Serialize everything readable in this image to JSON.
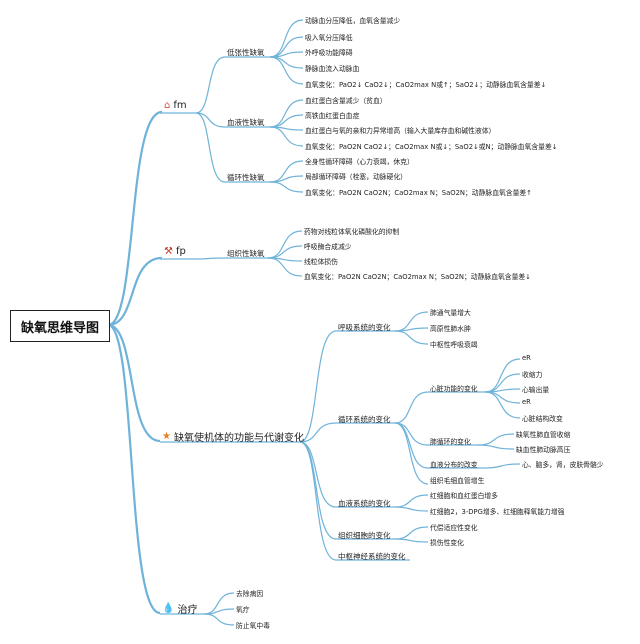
{
  "root": "缺氧思维导图",
  "icons": {
    "fm": "home-icon",
    "fp": "tools-icon",
    "changes": "star-icon",
    "treat": "drop-icon"
  },
  "colors": {
    "line": "#6fb3d9",
    "star": "#e67e22",
    "drop": "#2e86de",
    "home": "#d94a4a"
  },
  "branches": {
    "fm": {
      "label": "fm",
      "subs": [
        {
          "label": "低张性缺氧",
          "items": [
            "动脉血分压降低，血氧含量减少",
            "吸入氧分压降低",
            "外呼吸功能障碍",
            "静脉血流入动脉血",
            "血氧变化：PaO2↓ CaO2↓；CaO2max N或↑；SaO2↓；动静脉血氧含量差↓"
          ]
        },
        {
          "label": "血液性缺氧",
          "items": [
            "血红蛋白含量减少（贫血）",
            "高铁血红蛋白血症",
            "血红蛋白与氧的亲和力异常增高（输入大量库存血和碱性液体）",
            "血氧变化：PaO2N CaO2↓；CaO2max N或↓；SaO2↓或N；动静脉血氧含量差↓"
          ]
        },
        {
          "label": "循环性缺氧",
          "items": [
            "全身性循环障碍（心力衰竭，休克）",
            "局部循环障碍（栓塞，动脉硬化）",
            "血氧变化：PaO2N CaO2N；CaO2max N；SaO2N；动静脉血氧含量差↑"
          ]
        }
      ]
    },
    "fp": {
      "label": "fp",
      "subs": [
        {
          "label": "组织性缺氧",
          "items": [
            "药物对线粒体氧化磷酸化的抑制",
            "呼吸酶合成减少",
            "线粒体损伤",
            "血氧变化：PaO2N CaO2N；CaO2max N；SaO2N；动静脉血氧含量差↓"
          ]
        }
      ]
    },
    "changes": {
      "label": "缺氧使机体的功能与代谢变化",
      "resp": {
        "label": "呼吸系统的变化",
        "items": [
          "肺通气量增大",
          "高原性肺水肿",
          "中枢性呼吸衰竭"
        ]
      },
      "circ": {
        "label": "循环系统的变化",
        "heart": {
          "label": "心脏功能的变化",
          "items": [
            "eR",
            "收缩力",
            "心输出量",
            "eR",
            "心脏结构改变"
          ]
        },
        "lung": {
          "label": "肺循环的变化",
          "items": [
            "缺氧性肺血管收缩",
            "缺血性肺动脉高压"
          ]
        },
        "flow": {
          "label": "血液分布的改变",
          "item": "心、脑多，肾，皮肤骨骼少"
        },
        "capillary": "组织毛细血管增生"
      },
      "blood": {
        "label": "血液系统的变化",
        "items": [
          "红细胞和血红蛋白增多",
          "红细胞2，3-DPG增多、红细胞释氧能力增强"
        ]
      },
      "tissue": {
        "label": "组织细胞的变化",
        "items": [
          "代偿适应性变化",
          "损伤性变化"
        ]
      },
      "cns": "中枢神经系统的变化"
    },
    "treat": {
      "label": "治疗",
      "items": [
        "去除病因",
        "氧疗",
        "防止氧中毒"
      ]
    }
  }
}
